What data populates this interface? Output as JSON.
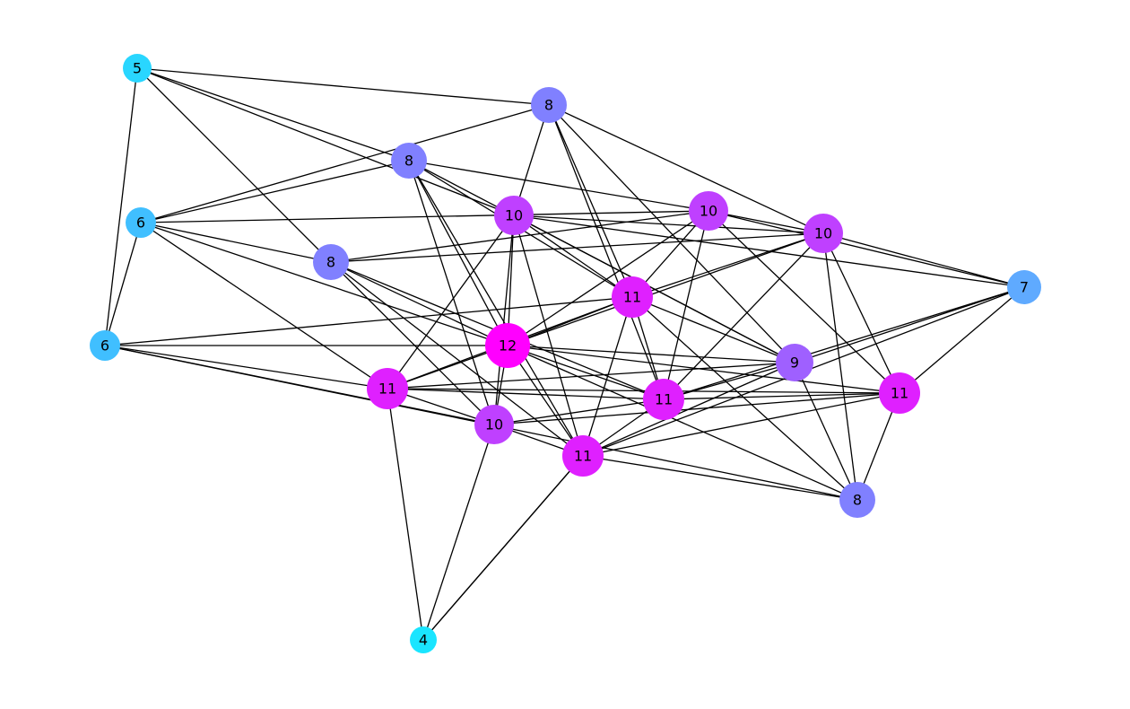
{
  "graph": {
    "nodes": [
      {
        "id": "n0",
        "label": "5",
        "color": "#29d6ff"
      },
      {
        "id": "n1",
        "label": "8",
        "color": "#8080ff"
      },
      {
        "id": "n2",
        "label": "8",
        "color": "#8080ff"
      },
      {
        "id": "n3",
        "label": "6",
        "color": "#40bfff"
      },
      {
        "id": "n4",
        "label": "10",
        "color": "#bf40ff"
      },
      {
        "id": "n5",
        "label": "10",
        "color": "#bf40ff"
      },
      {
        "id": "n6",
        "label": "10",
        "color": "#bf40ff"
      },
      {
        "id": "n7",
        "label": "8",
        "color": "#8080ff"
      },
      {
        "id": "n8",
        "label": "7",
        "color": "#5faaff"
      },
      {
        "id": "n9",
        "label": "11",
        "color": "#df20ff"
      },
      {
        "id": "n10",
        "label": "6",
        "color": "#40bfff"
      },
      {
        "id": "n11",
        "label": "12",
        "color": "#ff00ff"
      },
      {
        "id": "n12",
        "label": "9",
        "color": "#9f60ff"
      },
      {
        "id": "n13",
        "label": "11",
        "color": "#df20ff"
      },
      {
        "id": "n14",
        "label": "11",
        "color": "#df20ff"
      },
      {
        "id": "n15",
        "label": "11",
        "color": "#df20ff"
      },
      {
        "id": "n16",
        "label": "10",
        "color": "#bf40ff"
      },
      {
        "id": "n17",
        "label": "11",
        "color": "#df20ff"
      },
      {
        "id": "n18",
        "label": "8",
        "color": "#8080ff"
      },
      {
        "id": "n19",
        "label": "4",
        "color": "#1ae5ff"
      }
    ],
    "edges": [
      [
        "n0",
        "n1"
      ],
      [
        "n0",
        "n2"
      ],
      [
        "n0",
        "n4"
      ],
      [
        "n0",
        "n7"
      ],
      [
        "n0",
        "n10"
      ],
      [
        "n1",
        "n3"
      ],
      [
        "n1",
        "n4"
      ],
      [
        "n1",
        "n6"
      ],
      [
        "n1",
        "n9"
      ],
      [
        "n1",
        "n12"
      ],
      [
        "n1",
        "n15"
      ],
      [
        "n2",
        "n3"
      ],
      [
        "n2",
        "n5"
      ],
      [
        "n2",
        "n9"
      ],
      [
        "n2",
        "n11"
      ],
      [
        "n2",
        "n16"
      ],
      [
        "n2",
        "n17"
      ],
      [
        "n2",
        "n12"
      ],
      [
        "n3",
        "n5"
      ],
      [
        "n3",
        "n7"
      ],
      [
        "n3",
        "n11"
      ],
      [
        "n3",
        "n10"
      ],
      [
        "n3",
        "n13"
      ],
      [
        "n4",
        "n6"
      ],
      [
        "n4",
        "n8"
      ],
      [
        "n4",
        "n9"
      ],
      [
        "n4",
        "n11"
      ],
      [
        "n4",
        "n12"
      ],
      [
        "n4",
        "n13"
      ],
      [
        "n4",
        "n16"
      ],
      [
        "n4",
        "n17"
      ],
      [
        "n5",
        "n6"
      ],
      [
        "n5",
        "n7"
      ],
      [
        "n5",
        "n8"
      ],
      [
        "n5",
        "n9"
      ],
      [
        "n5",
        "n11"
      ],
      [
        "n5",
        "n14"
      ],
      [
        "n5",
        "n15"
      ],
      [
        "n6",
        "n7"
      ],
      [
        "n6",
        "n8"
      ],
      [
        "n6",
        "n9"
      ],
      [
        "n6",
        "n11"
      ],
      [
        "n6",
        "n14"
      ],
      [
        "n6",
        "n18"
      ],
      [
        "n6",
        "n15"
      ],
      [
        "n7",
        "n11"
      ],
      [
        "n7",
        "n16"
      ],
      [
        "n7",
        "n17"
      ],
      [
        "n7",
        "n15"
      ],
      [
        "n8",
        "n12"
      ],
      [
        "n8",
        "n14"
      ],
      [
        "n8",
        "n17"
      ],
      [
        "n8",
        "n15"
      ],
      [
        "n9",
        "n10"
      ],
      [
        "n9",
        "n11"
      ],
      [
        "n9",
        "n12"
      ],
      [
        "n9",
        "n13"
      ],
      [
        "n9",
        "n15"
      ],
      [
        "n9",
        "n17"
      ],
      [
        "n9",
        "n18"
      ],
      [
        "n10",
        "n11"
      ],
      [
        "n10",
        "n13"
      ],
      [
        "n10",
        "n16"
      ],
      [
        "n10",
        "n18"
      ],
      [
        "n11",
        "n12"
      ],
      [
        "n11",
        "n13"
      ],
      [
        "n11",
        "n14"
      ],
      [
        "n11",
        "n15"
      ],
      [
        "n11",
        "n16"
      ],
      [
        "n11",
        "n17"
      ],
      [
        "n11",
        "n18"
      ],
      [
        "n12",
        "n13"
      ],
      [
        "n12",
        "n15"
      ],
      [
        "n12",
        "n17"
      ],
      [
        "n12",
        "n18"
      ],
      [
        "n13",
        "n14"
      ],
      [
        "n13",
        "n15"
      ],
      [
        "n13",
        "n16"
      ],
      [
        "n13",
        "n19"
      ],
      [
        "n14",
        "n15"
      ],
      [
        "n14",
        "n16"
      ],
      [
        "n14",
        "n17"
      ],
      [
        "n14",
        "n18"
      ],
      [
        "n15",
        "n16"
      ],
      [
        "n15",
        "n17"
      ],
      [
        "n16",
        "n17"
      ],
      [
        "n16",
        "n19"
      ],
      [
        "n17",
        "n18"
      ],
      [
        "n17",
        "n19"
      ],
      [
        "n19",
        "n17"
      ]
    ]
  }
}
